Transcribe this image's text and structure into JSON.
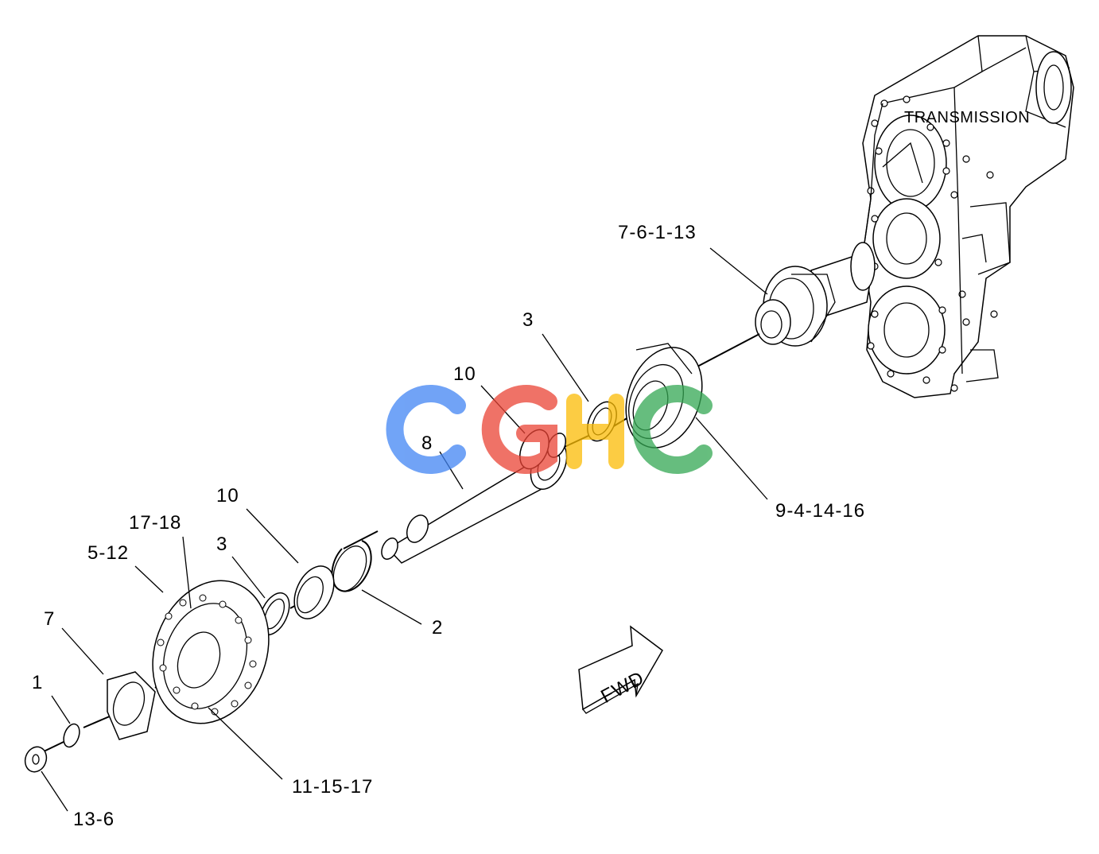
{
  "diagram": {
    "transmission_label": "TRANSMISSION",
    "fwd_label": "FWD",
    "watermark": "CGHC",
    "callouts": {
      "c_7_6_1_13": "7-6-1-13",
      "c_3_top": "3",
      "c_10_top": "10",
      "c_8": "8",
      "c_9_4_14_16": "9-4-14-16",
      "c_10_mid": "10",
      "c_17_18": "17-18",
      "c_5_12": "5-12",
      "c_3_mid": "3",
      "c_2": "2",
      "c_7": "7",
      "c_1": "1",
      "c_11_15_17": "11-15-17",
      "c_13_6": "13-6"
    },
    "watermark_colors": [
      "#4285F4",
      "#EA4335",
      "#FBBC05",
      "#34A853"
    ]
  }
}
